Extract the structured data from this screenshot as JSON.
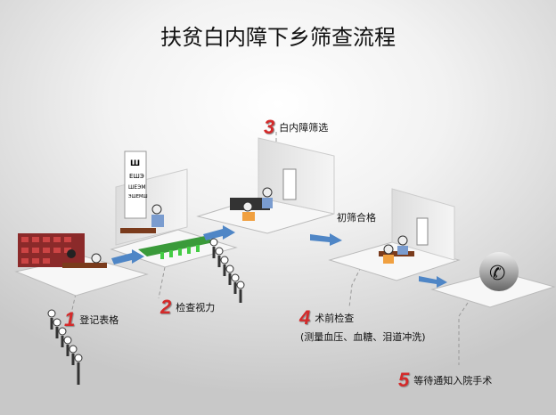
{
  "title": "扶贫白内障下乡筛查流程",
  "steps": [
    {
      "num": "1",
      "label": "登记表格"
    },
    {
      "num": "2",
      "label": "检查视力"
    },
    {
      "num": "3",
      "label": "白内障筛选"
    },
    {
      "num": "4",
      "label": "术前检查",
      "sub": "(测量血压、血糖、泪道冲洗)"
    },
    {
      "num": "5",
      "label": "等待通知入院手术"
    }
  ],
  "pass_label": "初筛合格",
  "colors": {
    "arrow": "#4f86c6",
    "number": "#d42a2a",
    "platform": "#f7f7f7"
  }
}
